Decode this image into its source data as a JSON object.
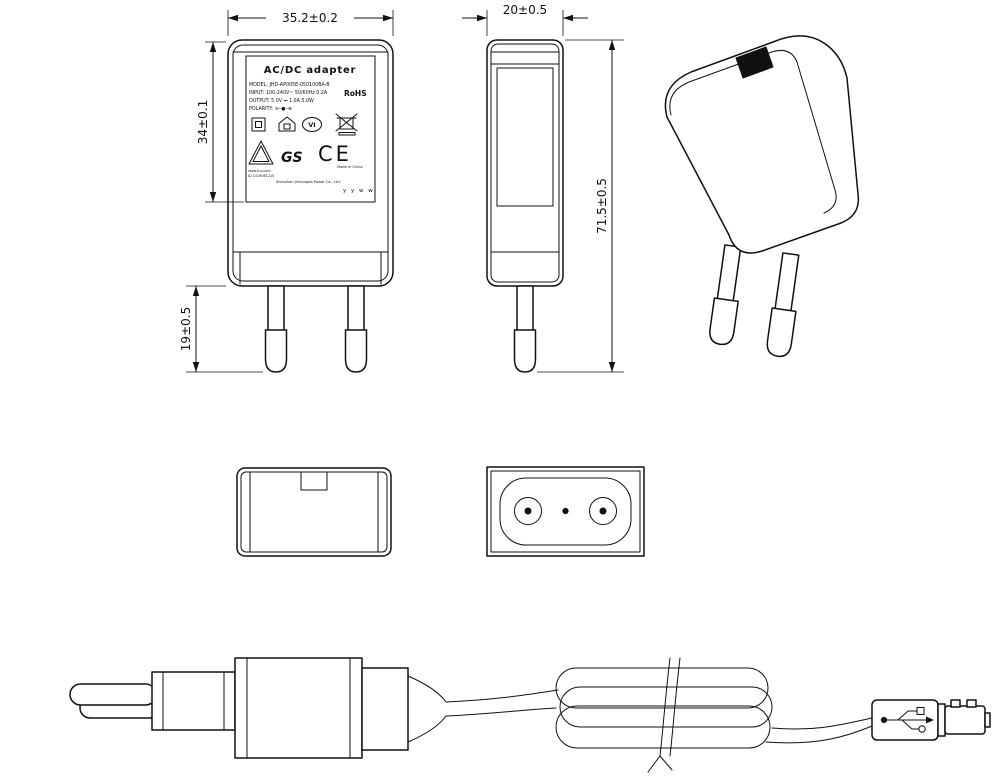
{
  "dimensions": {
    "front_width": "35.2±0.2",
    "side_depth": "20±0.5",
    "label_height": "34±0.1",
    "pin_length": "19±0.5",
    "overall_height": "71.5±0.5"
  },
  "label": {
    "title": "AC/DC  adapter",
    "model": "MODEL: JHD-AP005E-050100BA-B",
    "input": "INPUT: 100-240V~  50/60Hz  0.2A",
    "rohs": "RoHS",
    "output": "OUTPUT: 5.0V ⎓ 1.0A  5.0W",
    "polarity": "POLARITY:  ⊖–●–⊕",
    "efficiency": "VI",
    "gs": "GS",
    "ce": "CE",
    "made_in": "Made in China",
    "cert_url": "www.tuv.com",
    "cert_id": "ID 1419061210",
    "company": "Shenzhen Jinhongda Power Co., Ltd.",
    "date_code": "y y w w"
  },
  "colors": {
    "ink": "#111111",
    "background": "#ffffff",
    "port_fill": "#111111"
  }
}
